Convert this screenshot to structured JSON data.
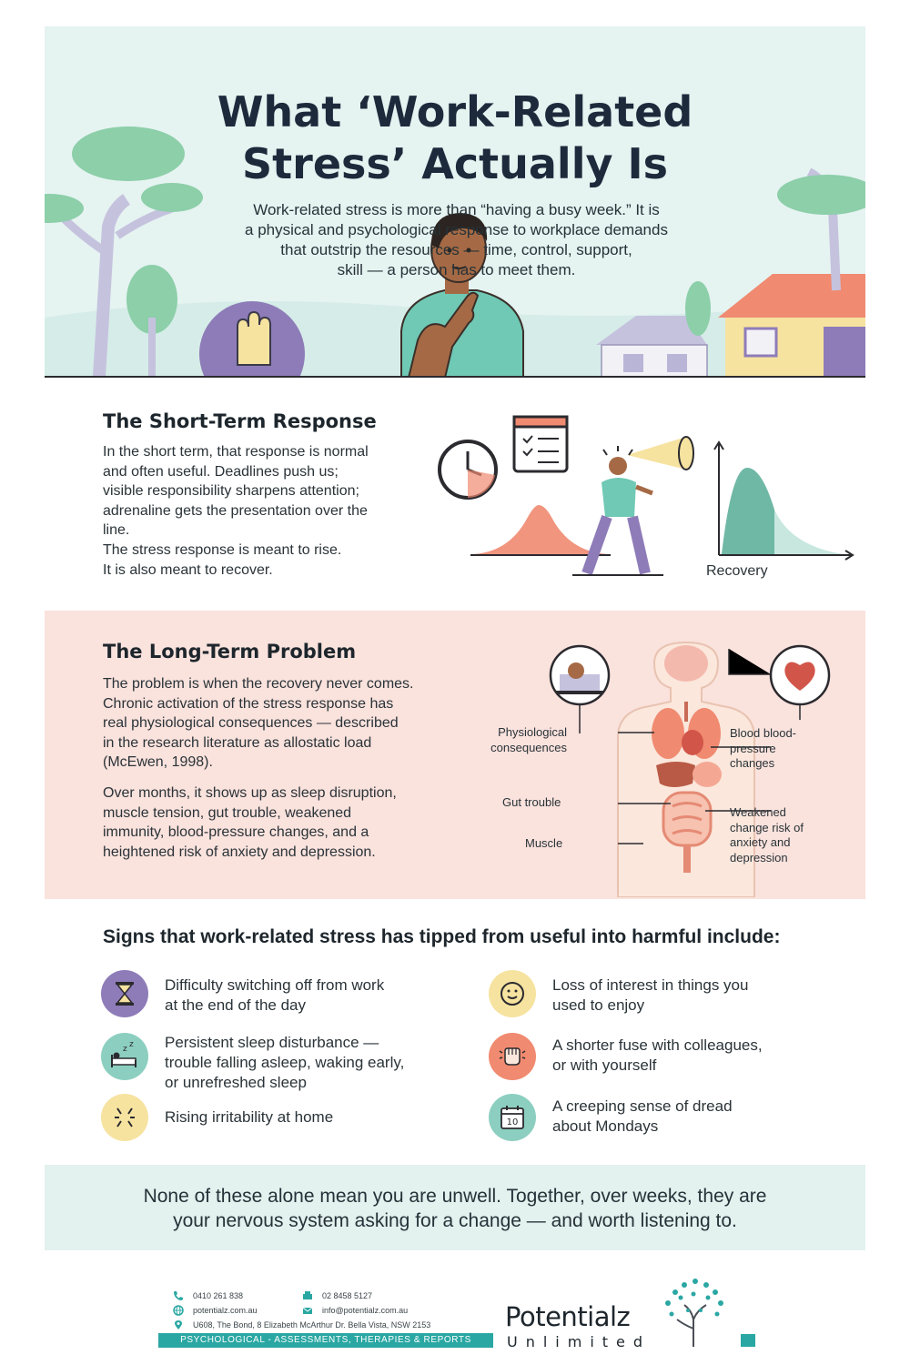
{
  "hero": {
    "title_line1": "What ‘Work-Related",
    "title_line2": "Stress’ Actually Is",
    "intro_line1": "Work-related stress is more than “having a busy week.” It is",
    "intro_line2": "a physical and psychological response to workplace demands",
    "intro_line3": "that outstrip the resources — time, control, support,",
    "intro_line4": "skill — a person has to meet them."
  },
  "short_term": {
    "title": "The Short-Term Response",
    "body": [
      "In the short term, that response is normal",
      "and often useful. Deadlines push us;",
      "visible responsibility sharpens attention;",
      "adrenaline gets the presentation over the",
      "line.",
      "The stress response is meant to rise.",
      "It is also meant to recover."
    ],
    "recovery_label": "Recovery"
  },
  "long_term": {
    "title": "The Long-Term Problem",
    "para1": [
      "The problem is when the recovery never comes.",
      "Chronic activation of the stress response has",
      "real physiological consequences — described",
      "in the research literature as allostatic load",
      "(McEwen, 1998)."
    ],
    "para2": [
      "Over months, it shows up as sleep disruption,",
      "muscle tension, gut trouble, weakened",
      "immunity, blood-pressure changes, and a",
      "heightened risk of anxiety and depression."
    ],
    "callouts": {
      "physiological": [
        "Physiological",
        "consequences"
      ],
      "gut": "Gut trouble",
      "muscle": "Muscle",
      "blood": [
        "Blood blood-",
        "pressure",
        "changes"
      ],
      "weakened": [
        "Weakened",
        "change risk of",
        "anxiety and",
        "depression"
      ]
    }
  },
  "signs": {
    "title": "Signs that work-related stress has tipped from useful into harmful include:",
    "left": [
      {
        "icon": "hourglass-icon",
        "color": "#8e7cb8",
        "lines": [
          "Difficulty switching off from work",
          "at the end of the day"
        ]
      },
      {
        "icon": "sleep-icon",
        "color": "#8ccfc0",
        "lines": [
          "Persistent sleep disturbance —",
          "trouble falling asleep, waking early,",
          "or unrefreshed sleep"
        ]
      },
      {
        "icon": "irritation-icon",
        "color": "#f6e3a0",
        "lines": [
          "Rising irritability at home"
        ]
      }
    ],
    "right": [
      {
        "icon": "smiley-icon",
        "color": "#f6e3a0",
        "lines": [
          "Loss of interest in things you",
          "used to enjoy"
        ]
      },
      {
        "icon": "fist-icon",
        "color": "#f08a70",
        "lines": [
          "A shorter fuse with colleagues,",
          "or with yourself"
        ]
      },
      {
        "icon": "calendar-icon",
        "color": "#8ccfc0",
        "lines": [
          "A creeping sense of dread",
          "about Mondays"
        ]
      }
    ],
    "calendar_day": "10"
  },
  "closing": {
    "line1": "None of these alone mean you are unwell. Together, over weeks, they are",
    "line2": "your nervous system asking for a change — and worth listening to."
  },
  "footer": {
    "phone": "0410  261 838",
    "fax": "02 8458 5127",
    "web": "potentialz.com.au",
    "email": "info@potentialz.com.au",
    "address": "U608, The Bond, 8 Elizabeth McArthur Dr. Bella Vista, NSW 2153",
    "tagline": "PSYCHOLOGICAL - ASSESSMENTS, THERAPIES & REPORTS",
    "brand_name": "Potentialz",
    "brand_sub": "Unlimited"
  },
  "colors": {
    "hero_bg": "#e5f3f1",
    "long_bg": "#fae2dd",
    "closing_bg": "#e3f1ef",
    "teal": "#2aa7a3",
    "coral": "#f08a70",
    "title": "#1d2a3c"
  }
}
